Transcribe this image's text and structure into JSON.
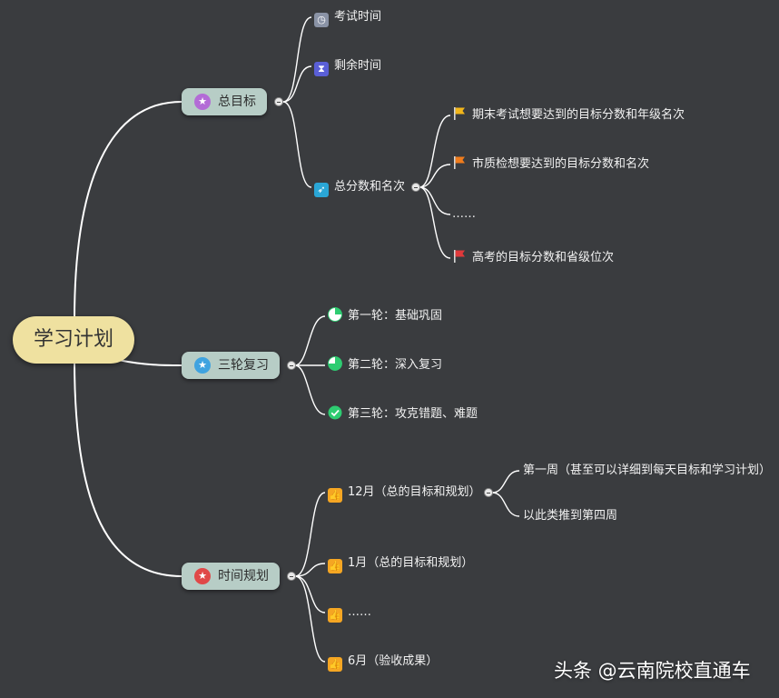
{
  "root": {
    "label": "学习计划"
  },
  "branches": {
    "goal": {
      "label": "总目标",
      "children": {
        "exam_time": "考试时间",
        "remaining_time": "剩余时间",
        "score_rank": {
          "label": "总分数和名次",
          "children": {
            "final_exam": "期末考试想要达到的目标分数和年级名次",
            "city_exam": "市质检想要达到的目标分数和名次",
            "ellipsis": "……",
            "gaokao": "高考的目标分数和省级位次"
          }
        }
      }
    },
    "review": {
      "label": "三轮复习",
      "children": {
        "round1": "第一轮：基础巩固",
        "round2": "第二轮：深入复习",
        "round3": "第三轮：攻克错题、难题"
      }
    },
    "schedule": {
      "label": "时间规划",
      "children": {
        "december": {
          "label": "12月（总的目标和规划）",
          "children": {
            "week1": "第一周（甚至可以详细到每天目标和学习计划）",
            "week4": "以此类推到第四周"
          }
        },
        "january": "1月（总的目标和规划）",
        "ellipsis": "……",
        "june": "6月（验收成果）"
      }
    }
  },
  "watermark": "头条 @云南院校直通车",
  "colors": {
    "background": "#3a3c3f",
    "root_fill": "#efe1a0",
    "branch_fill": "#b7cdc6",
    "connector": "#ffffff",
    "flag_yellow": "#f2b61a",
    "flag_orange": "#f07c1c",
    "flag_red": "#e0393b",
    "progress_green": "#2ecc71",
    "thumb_orange": "#f5a623"
  },
  "icons": {
    "exam_time": "clock-icon",
    "remaining_time": "hourglass-icon",
    "score_rank": "rocket-icon",
    "final_exam": "yellow-flag-icon",
    "city_exam": "orange-flag-icon",
    "gaokao": "red-flag-icon",
    "round1": "quarter-progress-icon",
    "round2": "three-quarter-progress-icon",
    "round3": "check-complete-icon",
    "months": "thumbs-up-icon"
  }
}
